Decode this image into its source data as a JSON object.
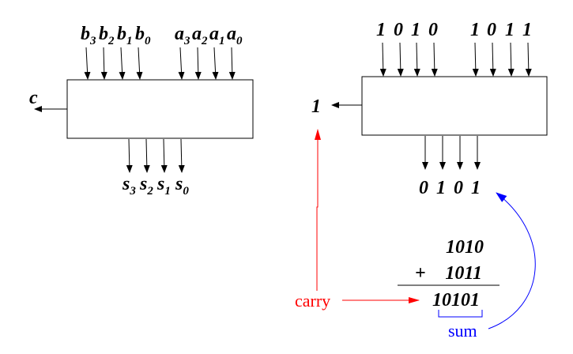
{
  "left_adder": {
    "b_inputs": [
      {
        "v": "b",
        "s": "3"
      },
      {
        "v": "b",
        "s": "2"
      },
      {
        "v": "b",
        "s": "1"
      },
      {
        "v": "b",
        "s": "0"
      }
    ],
    "a_inputs": [
      {
        "v": "a",
        "s": "3"
      },
      {
        "v": "a",
        "s": "2"
      },
      {
        "v": "a",
        "s": "1"
      },
      {
        "v": "a",
        "s": "0"
      }
    ],
    "carry_out": "c",
    "outputs": [
      {
        "v": "s",
        "s": "3"
      },
      {
        "v": "s",
        "s": "2"
      },
      {
        "v": "s",
        "s": "1"
      },
      {
        "v": "s",
        "s": "0"
      }
    ]
  },
  "right_adder": {
    "b_inputs": [
      "1",
      "0",
      "1",
      "0"
    ],
    "a_inputs": [
      "1",
      "0",
      "1",
      "1"
    ],
    "carry_out": "1",
    "outputs": [
      "0",
      "1",
      "0",
      "1"
    ]
  },
  "addition": {
    "operand1": "1010",
    "operator": "+",
    "operand2": "1011",
    "result": "10101"
  },
  "annotations": {
    "carry": "carry",
    "sum": "sum"
  },
  "colors": {
    "carry": "#ff0000",
    "sum": "#0000ff",
    "line": "#000000"
  }
}
